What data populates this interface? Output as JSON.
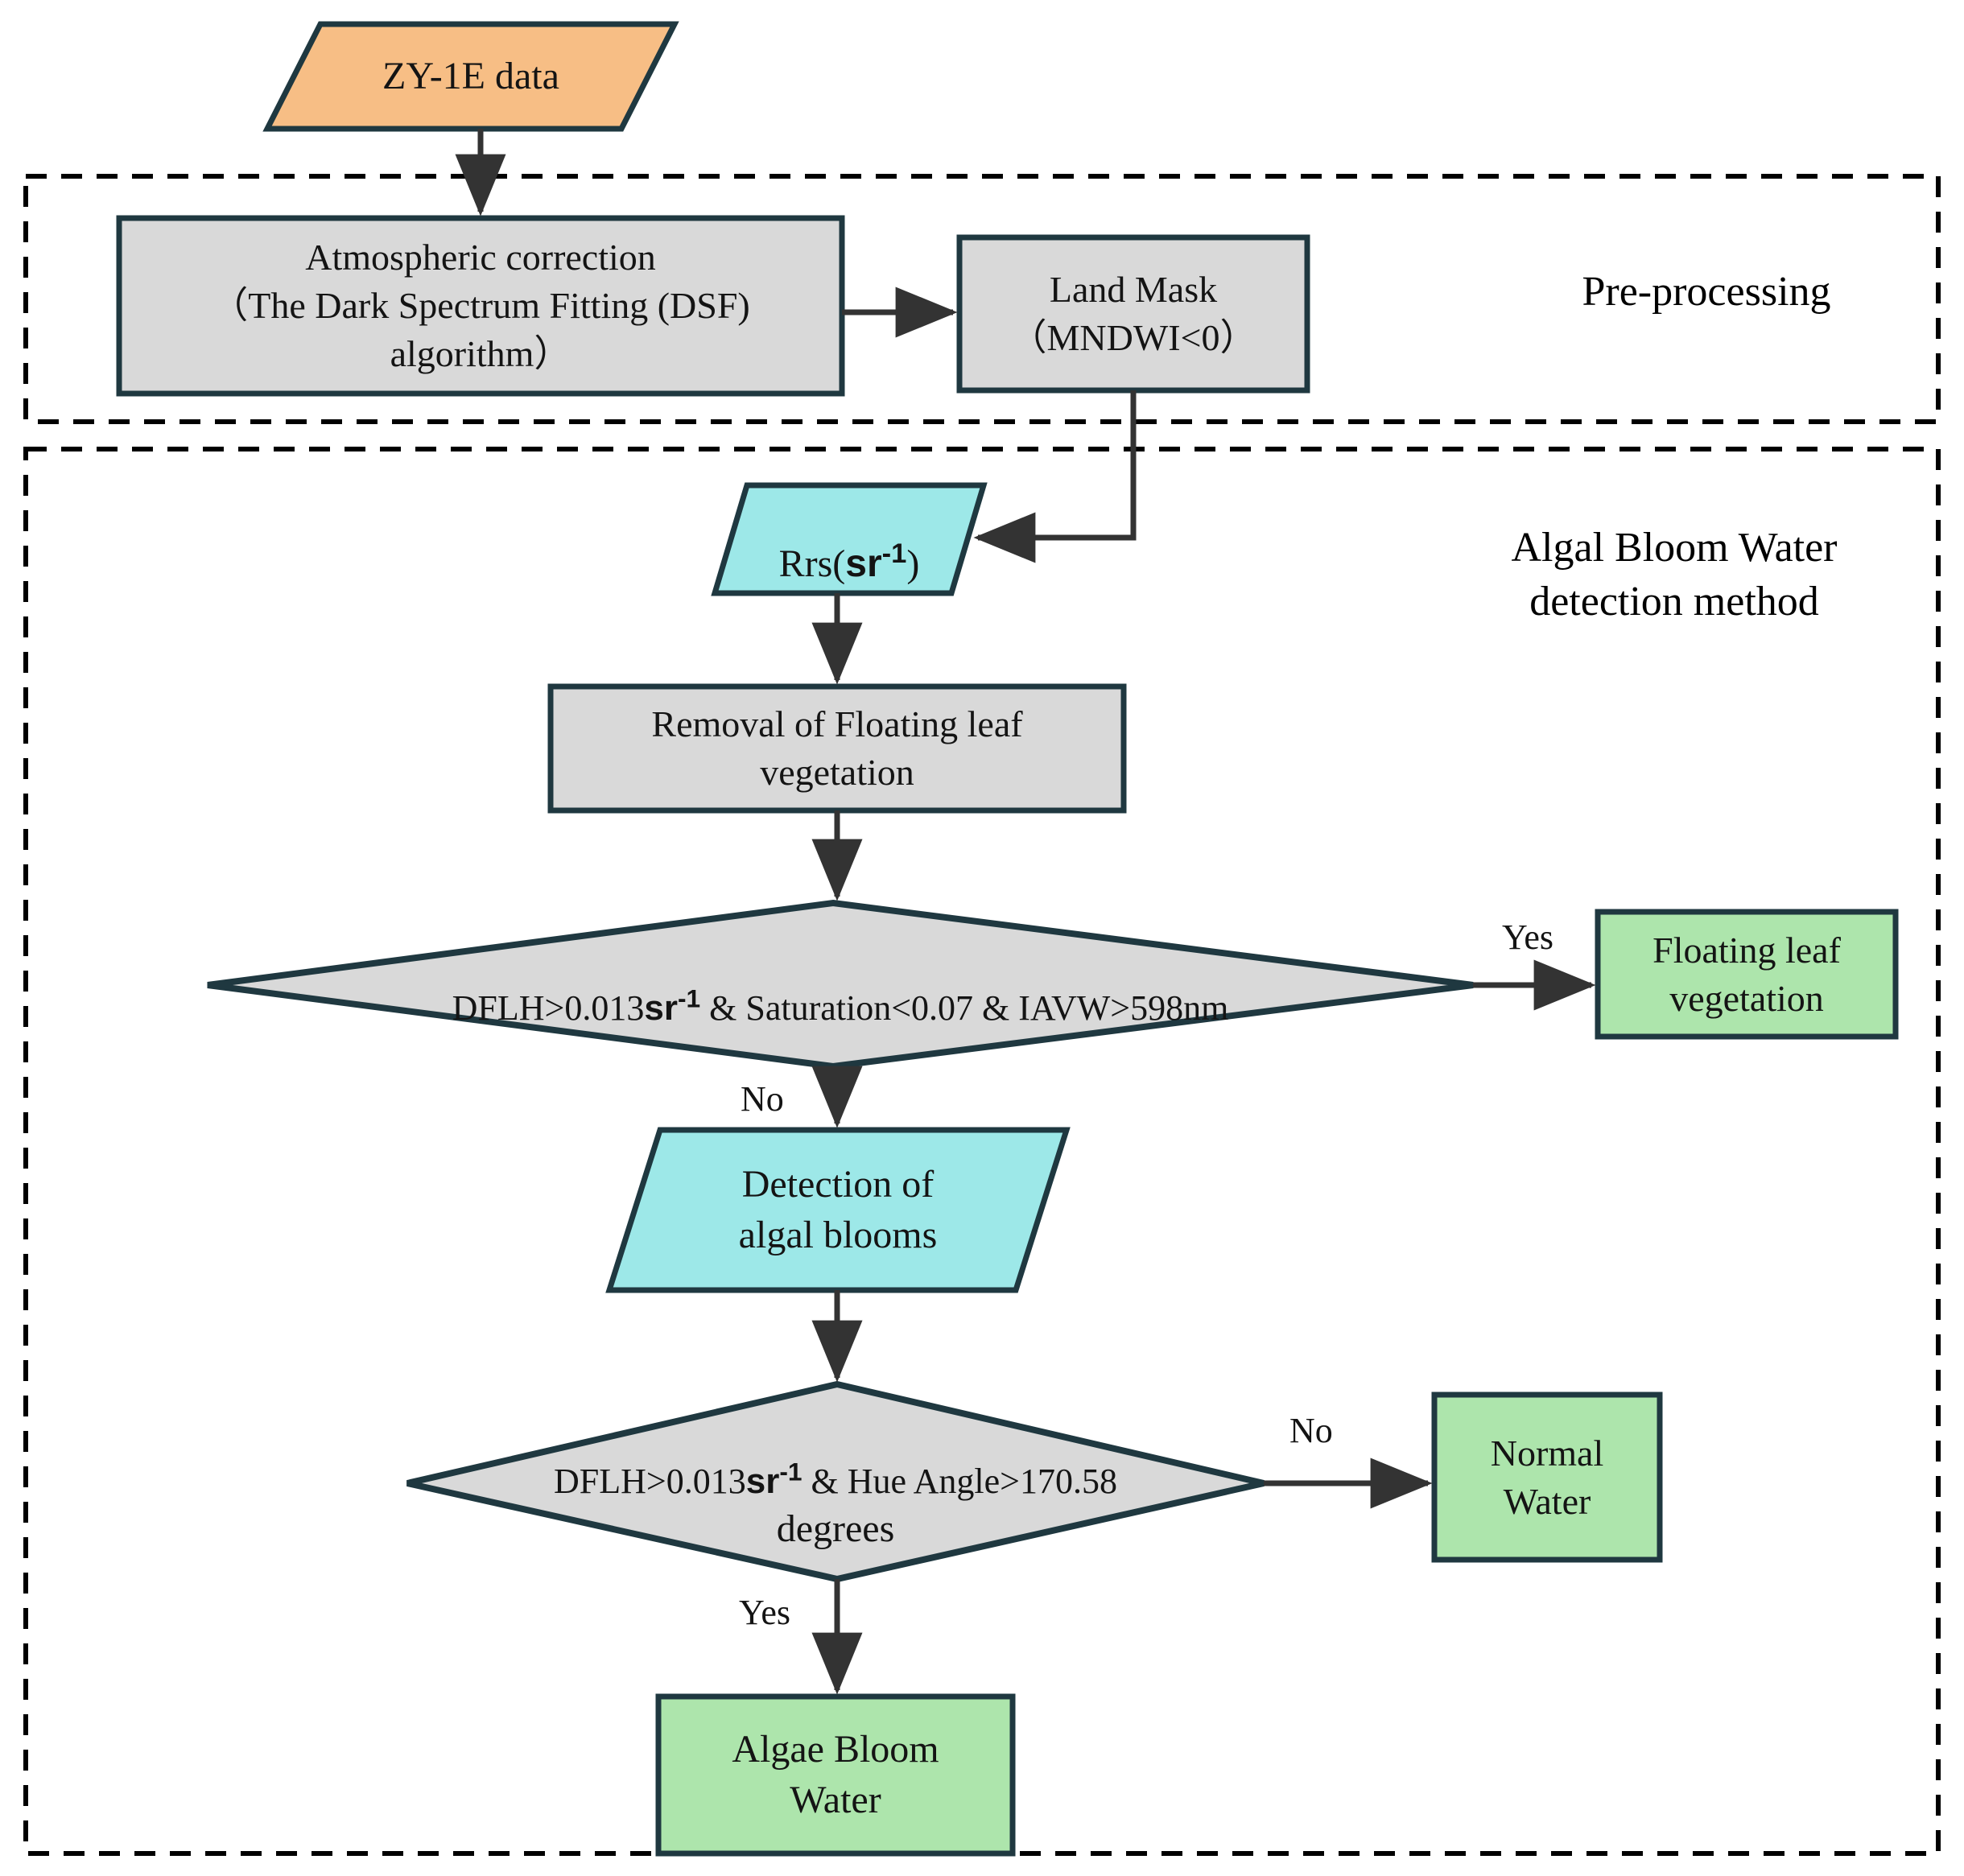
{
  "diagram": {
    "title_nodes": {
      "preprocessing_group": "Pre-processing",
      "detection_group": "Algal Bloom Water\ndetection method"
    },
    "colors": {
      "input_orange": "#F7BE85",
      "process_gray": "#D9D9D9",
      "data_cyan": "#9DE8E8",
      "result_green": "#ADE5AC",
      "outline_dark": "#1F3840",
      "arrow_dark": "#333333",
      "page_background": "#FFFFFF"
    },
    "nodes": [
      {
        "id": "zy1e-data",
        "name": "zy1e-data-node",
        "shape": "parallelogram",
        "fill": "#F7BE85",
        "text": "ZY-1E data"
      },
      {
        "id": "atmospheric-correction",
        "name": "atmospheric-correction-node",
        "shape": "rectangle",
        "fill": "#D9D9D9",
        "text": "Atmospheric correction\n（The Dark Spectrum Fitting (DSF)\nalgorithm）"
      },
      {
        "id": "land-mask",
        "name": "land-mask-node",
        "shape": "rectangle",
        "fill": "#D9D9D9",
        "text": "Land Mask\n（MNDWI<0）"
      },
      {
        "id": "rrs",
        "name": "rrs-data-node",
        "shape": "parallelogram",
        "fill": "#9DE8E8",
        "text_prefix": "Rrs(",
        "text_unit": "sr",
        "text_exponent": "-1",
        "text_suffix": ")"
      },
      {
        "id": "removal-floating-leaf",
        "name": "removal-floating-leaf-vegetation-node",
        "shape": "rectangle",
        "fill": "#D9D9D9",
        "text": "Removal of Floating leaf\nvegetation"
      },
      {
        "id": "decision-1",
        "name": "decision-floating-leaf-vegetation",
        "shape": "diamond",
        "fill": "#D9D9D9",
        "text_part1": "DFLH>0.013",
        "text_unit": "sr",
        "text_exponent": "-1",
        "text_part2": " & Saturation<0.07 & IAVW>598nm"
      },
      {
        "id": "floating-leaf-vegetation-result",
        "name": "floating-leaf-vegetation-result-node",
        "shape": "rectangle",
        "fill": "#ADE5AC",
        "text": "Floating leaf\nvegetation"
      },
      {
        "id": "detection-algal-blooms",
        "name": "detection-of-algal-blooms-node",
        "shape": "parallelogram",
        "fill": "#9DE8E8",
        "text": "Detection of\nalgal blooms"
      },
      {
        "id": "decision-2",
        "name": "decision-algal-bloom-water",
        "shape": "diamond",
        "fill": "#D9D9D9",
        "text_part1": "DFLH>0.013",
        "text_unit": "sr",
        "text_exponent": "-1",
        "text_part2": " & Hue Angle>170.58",
        "text_part3": "degrees"
      },
      {
        "id": "normal-water-result",
        "name": "normal-water-result-node",
        "shape": "rectangle",
        "fill": "#ADE5AC",
        "text": "Normal\nWater"
      },
      {
        "id": "algae-bloom-water-result",
        "name": "algae-bloom-water-result-node",
        "shape": "rectangle",
        "fill": "#ADE5AC",
        "text": "Algae  Bloom\nWater"
      }
    ],
    "edge_labels": {
      "decision1_yes": "Yes",
      "decision1_no": "No",
      "decision2_no": "No",
      "decision2_yes": "Yes"
    }
  }
}
